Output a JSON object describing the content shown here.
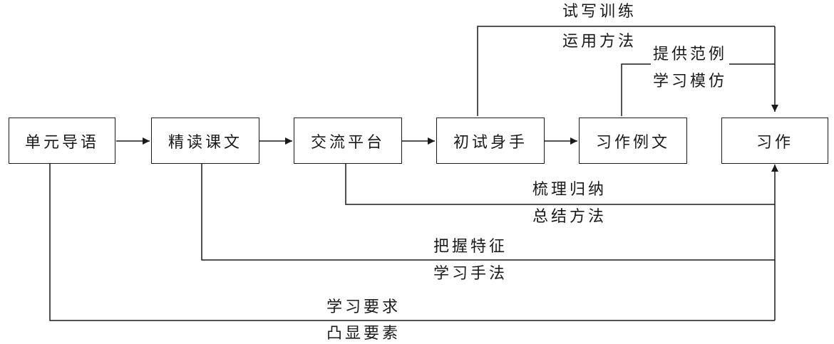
{
  "nodes": {
    "unit_intro": "单元导语",
    "close_reading": "精读课文",
    "exchange_platform": "交流平台",
    "first_try": "初试身手",
    "sample_essay": "习作例文",
    "composition": "习作"
  },
  "labels": {
    "trial_writing": "试写训练",
    "apply_method": "运用方法",
    "provide_example": "提供范例",
    "learn_imitate": "学习模仿",
    "sort_induce": "梳理归纳",
    "summarize_method": "总结方法",
    "grasp_features": "把握特征",
    "learn_technique": "学习手法",
    "learn_requirements": "学习要求",
    "highlight_elements": "凸显要素"
  }
}
